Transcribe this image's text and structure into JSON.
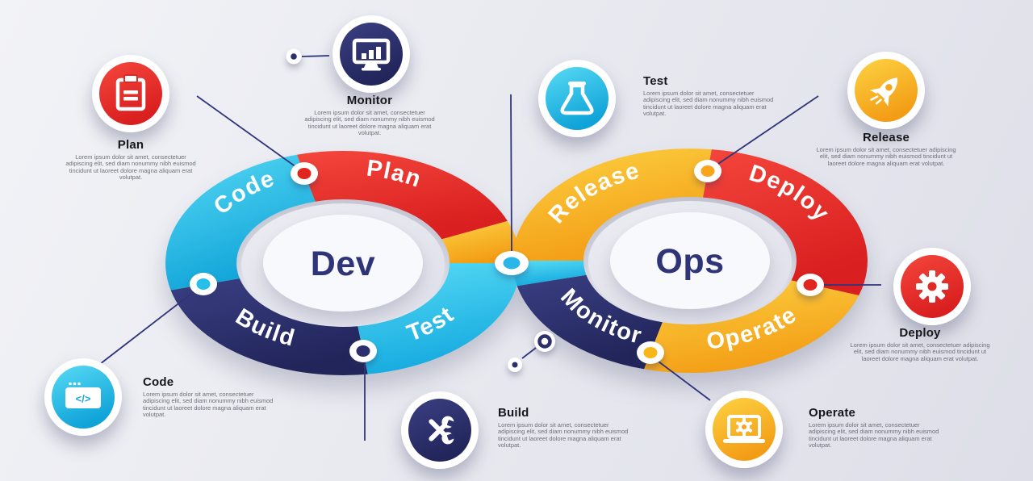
{
  "diagram": {
    "dev": {
      "label": "Dev",
      "segments": [
        {
          "label": "Plan",
          "color": "#e63128"
        },
        {
          "label": "Code",
          "color": "#2bc0ea"
        },
        {
          "label": "Build",
          "color": "#2b2f6b"
        },
        {
          "label": "Test",
          "color": "#3ecdf1"
        }
      ]
    },
    "ops": {
      "label": "Ops",
      "segments": [
        {
          "label": "Release",
          "color": "#fbc02d"
        },
        {
          "label": "Deploy",
          "color": "#e63128"
        },
        {
          "label": "Operate",
          "color": "#f9b715"
        },
        {
          "label": "Monitor",
          "color": "#2b2f6b"
        }
      ]
    },
    "hub_text_color": "#2f3377",
    "connector_color": "#30357a"
  },
  "callouts": [
    {
      "id": "plan",
      "title": "Plan",
      "icon": "clipboard-icon",
      "color": "#dc2420",
      "body": "Lorem ipsum dolor sit amet, consectetuer adipiscing elit, sed diam nonummy nibh euismod tincidunt ut laoreet dolore magna aliquam erat volutpat."
    },
    {
      "id": "monitor",
      "title": "Monitor",
      "icon": "monitor-icon",
      "color": "#31356f",
      "body": "Lorem ipsum dolor sit amet, consectetuer adipiscing elit, sed diam nonummy nibh euismod tincidunt ut laoreet dolore magna aliquam erat volutpat."
    },
    {
      "id": "test",
      "title": "Test",
      "icon": "flask-icon",
      "color": "#29c3ee",
      "body": "Lorem ipsum dolor sit amet, consectetuer adipiscing elit, sed diam nonummy nibh euismod tincidunt ut laoreet dolore magna aliquam erat volutpat."
    },
    {
      "id": "release",
      "title": "Release",
      "icon": "rocket-icon",
      "color": "#fbb12c",
      "body": "Lorem ipsum dolor sit amet, consectetuer adipiscing elit, sed diam nonummy nibh euismod tincidunt ut laoreet dolore magna aliquam erat volutpat."
    },
    {
      "id": "deploy",
      "title": "Deploy",
      "icon": "gear-icon",
      "color": "#e02a24",
      "body": "Lorem ipsum dolor sit amet, consectetuer adipiscing elit, sed diam nonummy nibh euismod tincidunt ut laoreet dolore magna aliquam erat volutpat."
    },
    {
      "id": "operate",
      "title": "Operate",
      "icon": "laptop-gear-icon",
      "color": "#fbb12c",
      "body": "Lorem ipsum dolor sit amet, consectetuer adipiscing elit, sed diam nonummy nibh euismod tincidunt ut laoreet dolore magna aliquam erat volutpat."
    },
    {
      "id": "build",
      "title": "Build",
      "icon": "tools-icon",
      "color": "#2e326e",
      "body": "Lorem ipsum dolor sit amet, consectetuer adipiscing elit, sed diam nonummy nibh euismod tincidunt ut laoreet dolore magna aliquam erat volutpat."
    },
    {
      "id": "code",
      "title": "Code",
      "icon": "code-window-icon",
      "color": "#29c3ee",
      "icon_glyph": "</>",
      "body": "Lorem ipsum dolor sit amet, consectetuer adipiscing elit, sed diam nonummy nibh euismod tincidunt ut laoreet dolore magna aliquam erat volutpat."
    }
  ]
}
